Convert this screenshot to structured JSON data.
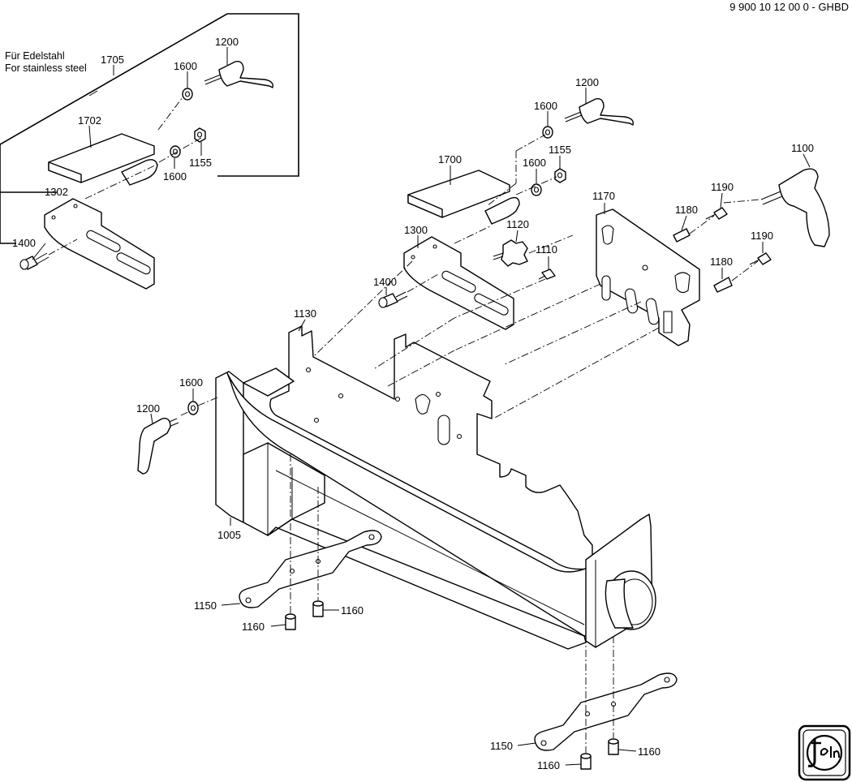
{
  "document_id": "9 900 10 12 00 0 - GHBD",
  "variant_note": {
    "line1": "Für Edelstahl",
    "line2": "For stainless steel"
  },
  "logo_text": "fein",
  "part_labels": {
    "p1705": "1705",
    "p1200_inset": "1200",
    "p1600_inset_a": "1600",
    "p1702": "1702",
    "p1155_inset": "1155",
    "p1600_inset_b": "1600",
    "p1302": "1302",
    "p1400_inset": "1400",
    "p1200_top": "1200",
    "p1600_top": "1600",
    "p1155_top": "1155",
    "p1700": "1700",
    "p1600_mid": "1600",
    "p1100": "1100",
    "p1190_a": "1190",
    "p1180_a": "1180",
    "p1170": "1170",
    "p1120": "1120",
    "p1300": "1300",
    "p1110": "1110",
    "p1190_b": "1190",
    "p1180_b": "1180",
    "p1400_mid": "1400",
    "p1130": "1130",
    "p1600_left": "1600",
    "p1200_left": "1200",
    "p1005": "1005",
    "p1150_a": "1150",
    "p1160_a1": "1160",
    "p1160_a2": "1160",
    "p1150_b": "1150",
    "p1160_b1": "1160",
    "p1160_b2": "1160"
  }
}
